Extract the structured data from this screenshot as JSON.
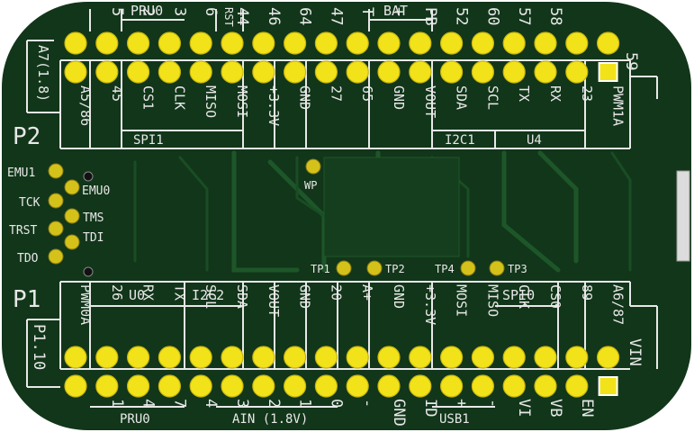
{
  "colors": {
    "board": "#12361a",
    "pin": "#f2e21a",
    "silk": "#e8e8e8"
  },
  "p2": {
    "header": "P2",
    "side_top": "A7(1.8)",
    "side_right": "59",
    "group_pru0": "PRU0",
    "group_bat": "BAT",
    "top_small": [
      "RST"
    ],
    "top_labels": [
      "5",
      "2",
      "3",
      "6",
      "44",
      "46",
      "64",
      "47",
      "T",
      "+",
      "PB",
      "52",
      "60",
      "57",
      "58"
    ],
    "bottom_labels": [
      "A5/86",
      "45",
      "CS1",
      "CLK",
      "MISO",
      "MOSI",
      "+3.3V",
      "GND",
      "27",
      "65",
      "GND",
      "VOUT",
      "SDA",
      "SCL",
      "TX",
      "RX",
      "23",
      "PWM1A"
    ],
    "group_spi1": "SPI1",
    "group_i2c1": "I2C1",
    "group_u4": "U4"
  },
  "p1": {
    "header": "P1",
    "side_left": "P1.10",
    "side_right": "VIN",
    "top_labels": [
      "PWM0A",
      "26",
      "RX",
      "TX",
      "SCL",
      "SDA",
      "VOUT",
      "GND",
      "20",
      "A+",
      "GND",
      "+3.3V",
      "MOSI",
      "MISO",
      "CLK",
      "CS0",
      "89",
      "A6/87"
    ],
    "group_u0": "U0",
    "group_i2c2": "I2C2",
    "group_spi0": "SPI0",
    "bottom_labels": [
      "1",
      "4",
      "7",
      "4",
      "3",
      "2",
      "1",
      "0",
      "-",
      "GND",
      "ID",
      "+",
      "-",
      "VI",
      "VB",
      "EN"
    ],
    "group_pru0": "PRU0",
    "group_ain": "AIN (1.8V)",
    "group_usb1": "USB1"
  },
  "test_points": {
    "emu1": "EMU1",
    "emu0": "EMU0",
    "tck": "TCK",
    "tms": "TMS",
    "trst": "TRST",
    "tdi": "TDI",
    "tdo": "TDO",
    "wp": "WP",
    "tp1": "TP1",
    "tp2": "TP2",
    "tp3": "TP3",
    "tp4": "TP4"
  }
}
